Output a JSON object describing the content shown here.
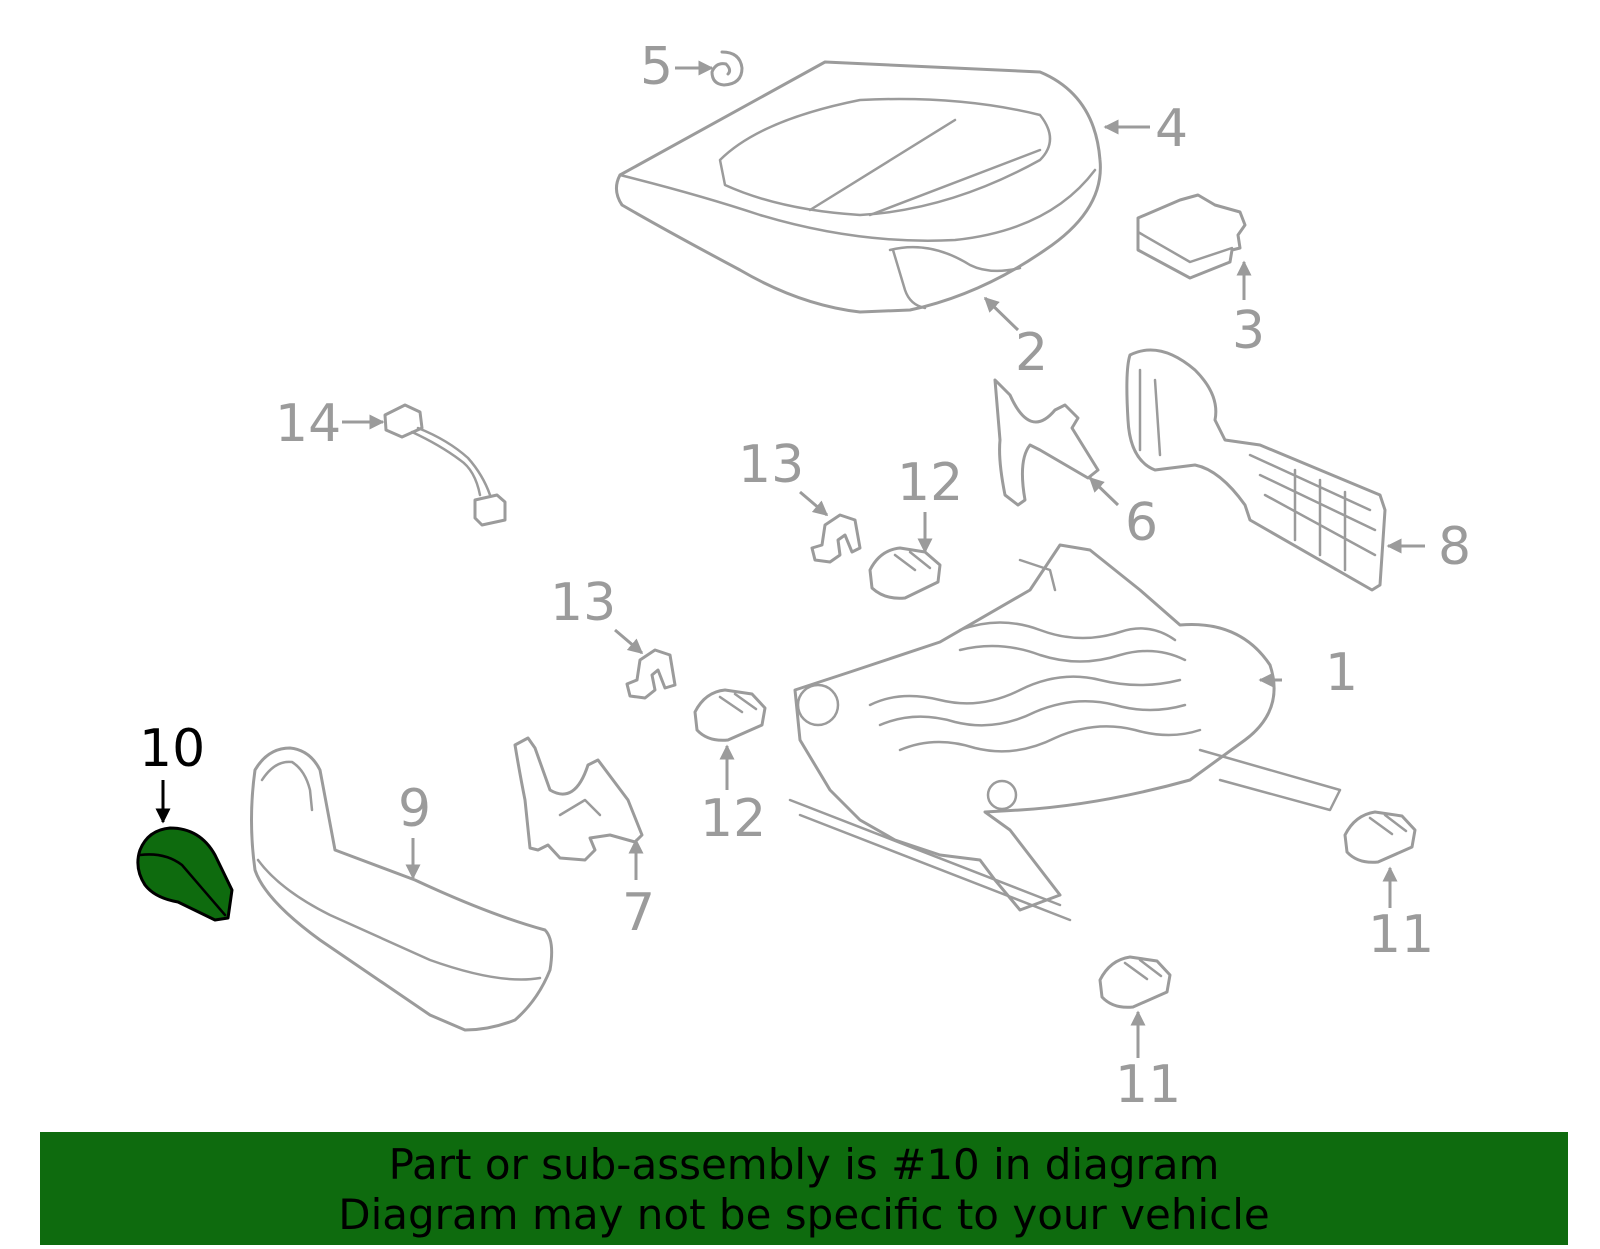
{
  "callouts": {
    "c1": "1",
    "c2": "2",
    "c3": "3",
    "c4": "4",
    "c5": "5",
    "c6": "6",
    "c7": "7",
    "c8": "8",
    "c9": "9",
    "c10": "10",
    "c11a": "11",
    "c11b": "11",
    "c12a": "12",
    "c12b": "12",
    "c13a": "13",
    "c13b": "13",
    "c14": "14"
  },
  "highlighted_part": "10",
  "colors": {
    "highlight": "#0e6b0e",
    "line": "#9b9b9b",
    "banner_text": "#000000"
  },
  "banner": {
    "line1": "Part or sub-assembly is #10 in diagram",
    "line2": "Diagram may not be specific to your vehicle"
  }
}
